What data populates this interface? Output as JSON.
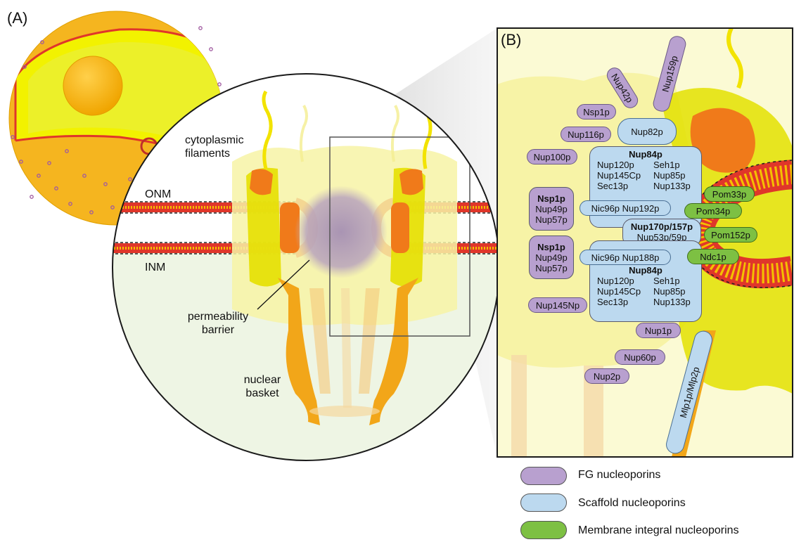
{
  "panel_a": {
    "letter": "(A)",
    "labels": {
      "cytoplasmic_filaments": [
        "cytoplasmic",
        "filaments"
      ],
      "onm": "ONM",
      "inm": "INM",
      "permeability_barrier": [
        "permeability",
        "barrier"
      ],
      "nuclear_basket": [
        "nuclear",
        "basket"
      ]
    }
  },
  "panel_b": {
    "letter": "(B)",
    "fg": {
      "nup42p": "Nup42p",
      "nup159p": "Nup159p",
      "nsp1p_top": "Nsp1p",
      "nup116p": "Nup116p",
      "nup100p": "Nup100p",
      "nup145np": "Nup145Np",
      "nup1p": "Nup1p",
      "nup60p": "Nup60p",
      "nup2p": "Nup2p",
      "complex_upper": [
        "Nsp1p",
        "Nup49p",
        "Nup57p"
      ],
      "complex_lower": [
        "Nsp1p",
        "Nup49p",
        "Nup57p"
      ]
    },
    "scaffold": {
      "nup82p": "Nup82p",
      "upper_title": "Nup84p",
      "upper_rows": [
        [
          "Nup120p",
          "Seh1p"
        ],
        [
          "Nup145Cp",
          "Nup85p"
        ],
        [
          "Sec13p",
          "Nup133p"
        ]
      ],
      "nic96_upper": "Nic96p Nup192p",
      "nup170": "Nup170p/157p",
      "nup53": "Nup53p/59p",
      "nic96_lower": "Nic96p Nup188p",
      "lower_title": "Nup84p",
      "lower_rows": [
        [
          "Nup120p",
          "Seh1p"
        ],
        [
          "Nup145Cp",
          "Nup85p"
        ],
        [
          "Sec13p",
          "Nup133p"
        ]
      ],
      "mlp": "Mlp1p/Mlp2p"
    },
    "membrane": {
      "pom33p": "Pom33p",
      "pom34p": "Pom34p",
      "pom152p": "Pom152p",
      "ndc1p": "Ndc1p"
    }
  },
  "legend": [
    {
      "label": "FG nucleoporins",
      "color": "#b8a0cf"
    },
    {
      "label": "Scaffold nucleoporins",
      "color": "#bcd9ef"
    },
    {
      "label": "Membrane integral nucleoporins",
      "color": "#7dc043"
    }
  ],
  "colors": {
    "nucleus": "#f5b51f",
    "nucleoplasm": "#f2f200",
    "nuclear_envelope": "#e0362a",
    "fg": "#b8a0cf",
    "scaffold": "#bcd9ef",
    "membrane": "#7dc043",
    "nucleoplasm_region": "#eef5e4"
  }
}
